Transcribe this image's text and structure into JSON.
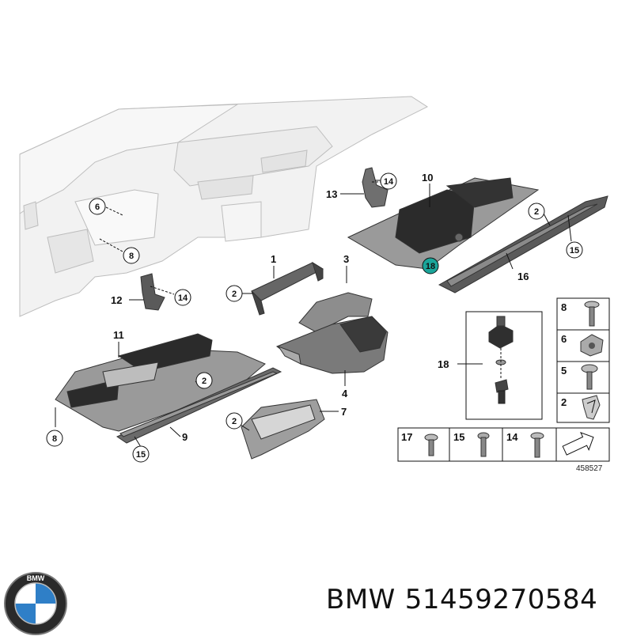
{
  "callouts": {
    "c1": "1",
    "c2a": "2",
    "c2b": "2",
    "c2c": "2",
    "c2d": "2",
    "c3": "3",
    "c4": "4",
    "c6": "6",
    "c7": "7",
    "c8a": "8",
    "c8b": "8",
    "c9": "9",
    "c10": "10",
    "c11": "11",
    "c12": "12",
    "c13": "13",
    "c14a": "14",
    "c14b": "14",
    "c15a": "15",
    "c15b": "15",
    "c16": "16",
    "c18a": "18",
    "c18b": "18"
  },
  "parts_table": {
    "right_column": [
      "8",
      "6",
      "5",
      "2"
    ],
    "bottom_row": [
      "17",
      "15",
      "14"
    ],
    "diagram_ref": "458527"
  },
  "logo": {
    "ring_text": "BMW"
  },
  "footer": {
    "brand": "BMW",
    "part_number": "51459270584"
  },
  "colors": {
    "highlight": "#1aa59a",
    "part_dark": "#2b2b2b",
    "part_mid": "#777777"
  }
}
